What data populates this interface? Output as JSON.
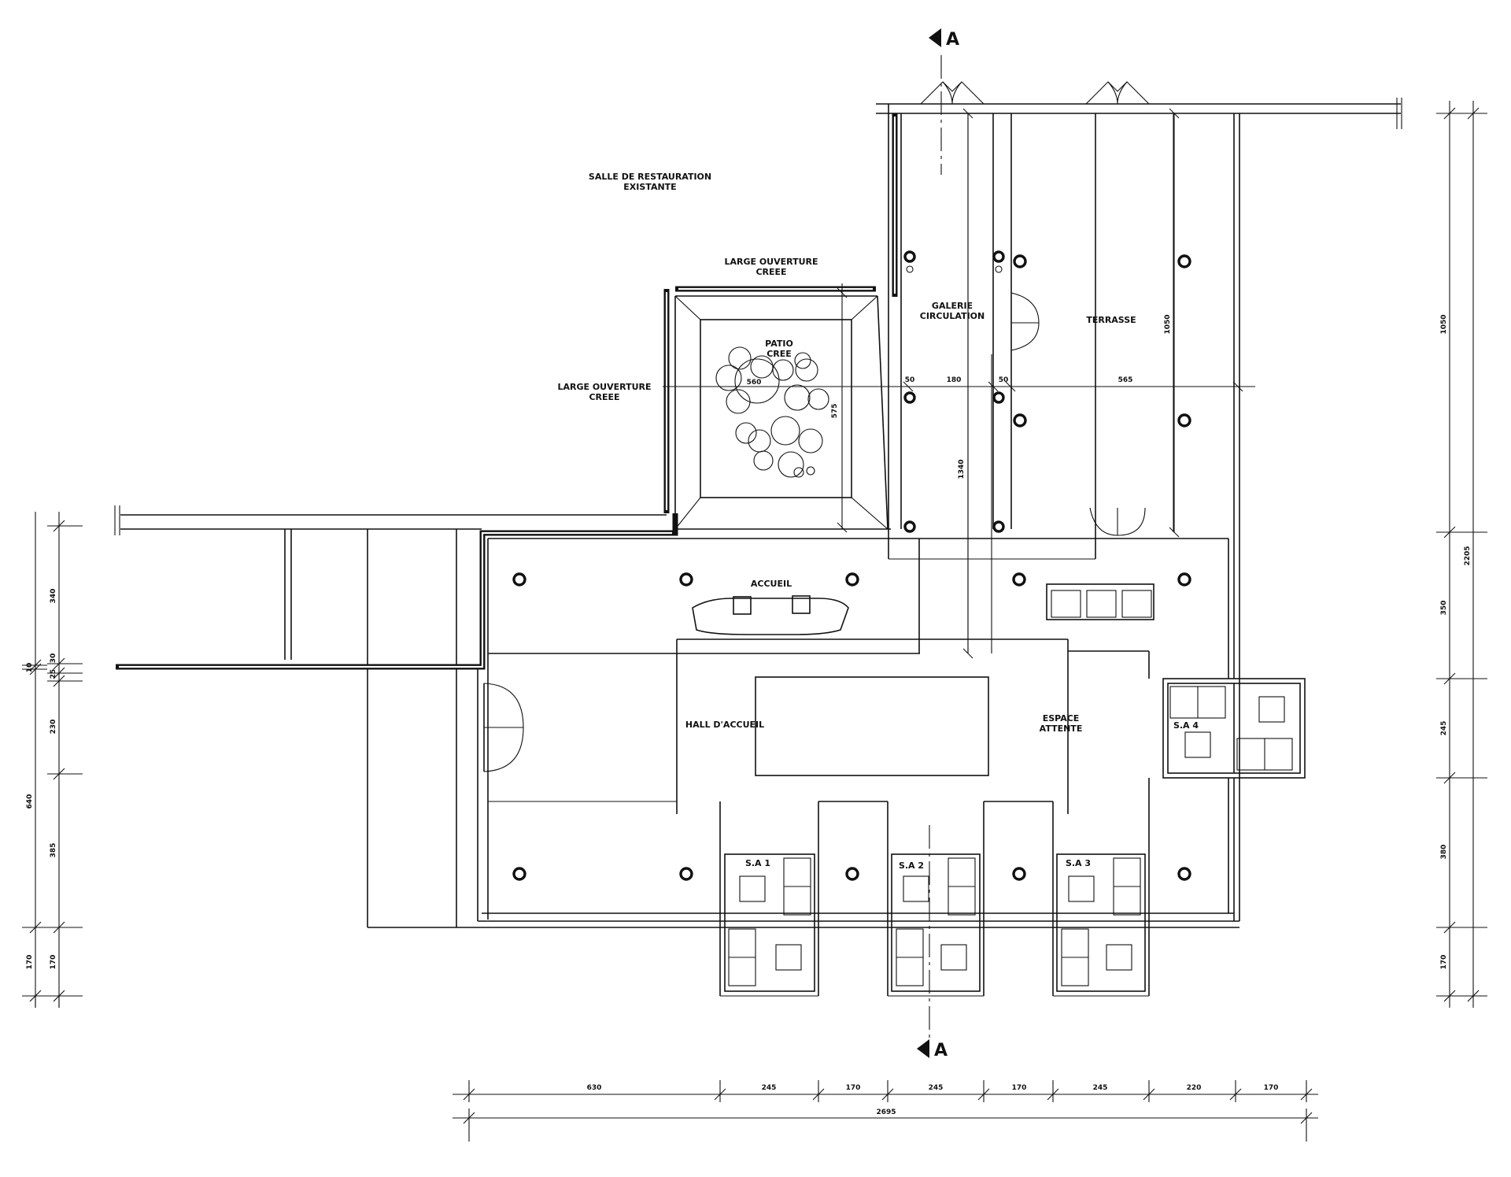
{
  "labels": {
    "existing_dining": [
      "SALLE DE RESTAURATION",
      "EXISTANTE"
    ],
    "large_opening_top": [
      "LARGE OUVERTURE",
      "CREEE"
    ],
    "large_opening_left": [
      "LARGE OUVERTURE",
      "CREEE"
    ],
    "patio": [
      "PATIO",
      "CREE"
    ],
    "gallery": [
      "GALERIE",
      "CIRCULATION"
    ],
    "terrace": "TERRASSE",
    "reception": "ACCUEIL",
    "hall": "HALL D'ACCUEIL",
    "waiting": [
      "ESPACE",
      "ATTENTE"
    ],
    "sa1": "S.A 1",
    "sa2": "S.A 2",
    "sa3": "S.A 3",
    "sa4": "S.A 4"
  },
  "section_mark": "A",
  "dims": {
    "bottom": [
      "630",
      "245",
      "170",
      "245",
      "170",
      "245",
      "220",
      "170"
    ],
    "bottom_total": "2695",
    "left_outer": [
      "340",
      "30",
      "25",
      "230",
      "385",
      "170"
    ],
    "left_inner": [
      "10",
      "640",
      "170"
    ],
    "right_outer": [
      "1050",
      "350",
      "245",
      "380",
      "170"
    ],
    "right_total": "2205",
    "gallery_row": [
      "50",
      "180",
      "50",
      "565"
    ],
    "patio_width": "560",
    "patio_height": "575",
    "terrace_height": "1050",
    "gallery_length": "1340"
  }
}
